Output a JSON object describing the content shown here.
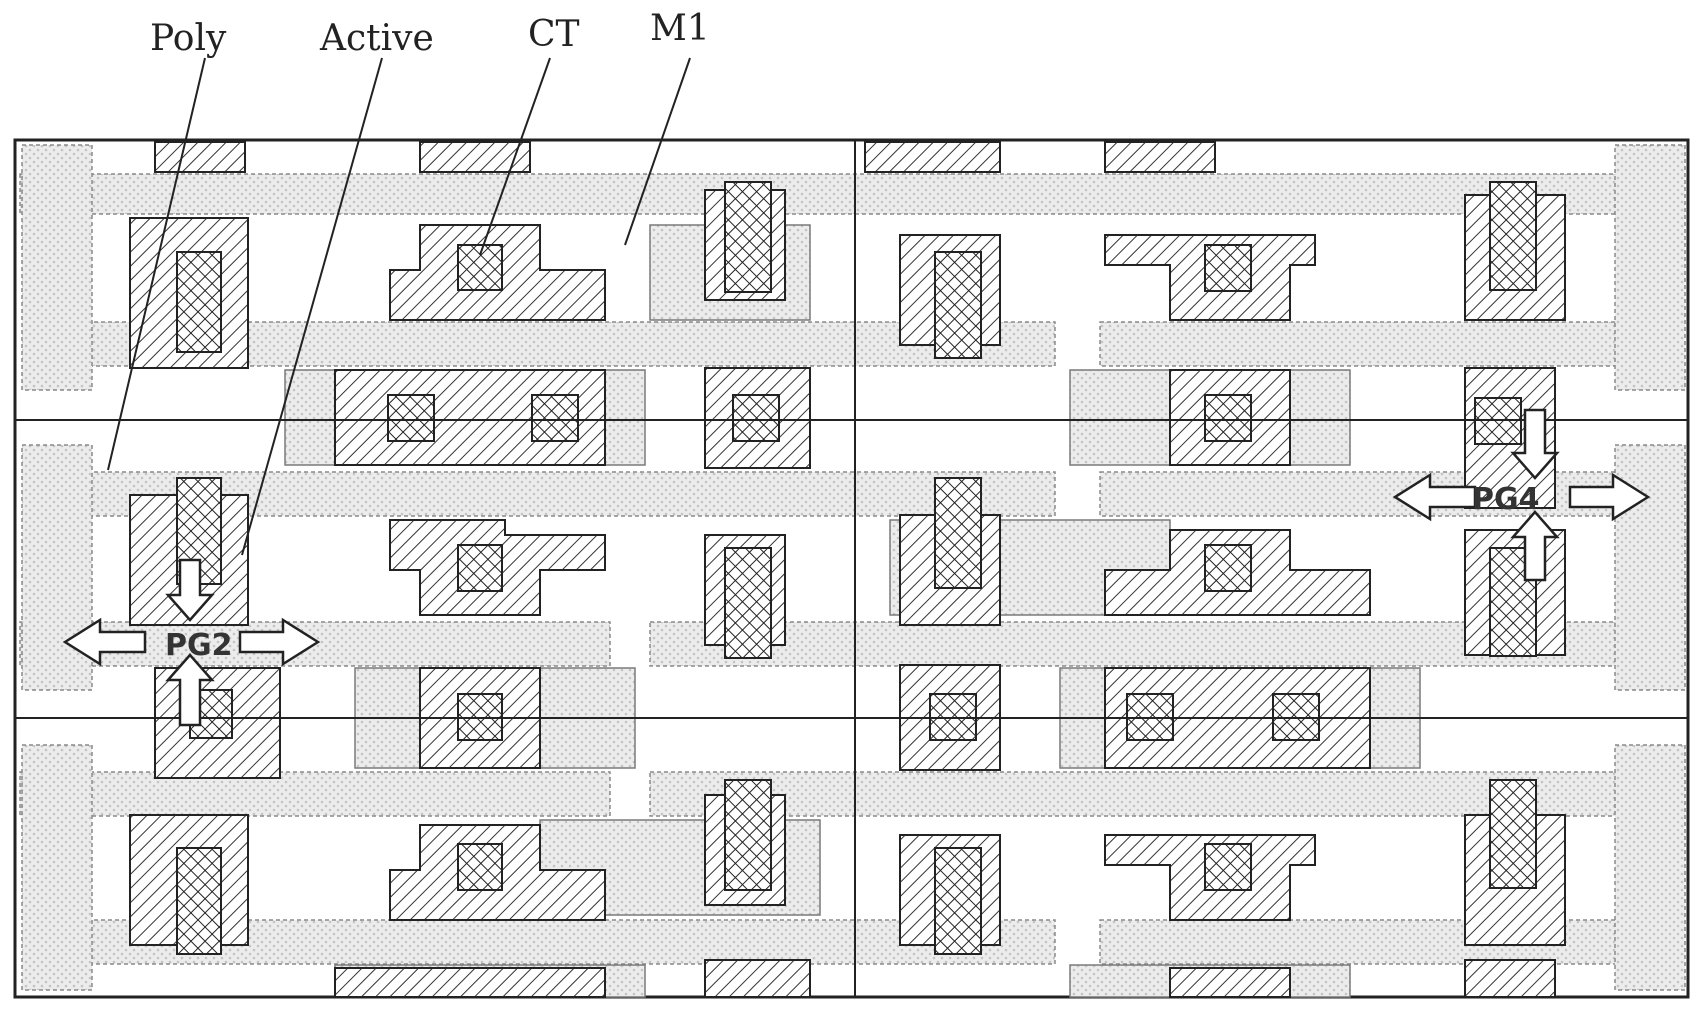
{
  "labels": {
    "poly": "Poly",
    "active": "Active",
    "ct": "CT",
    "m1": "M1"
  },
  "markers": {
    "pg2": "PG2",
    "pg4": "PG4"
  },
  "colors": {
    "outline": "#222222",
    "dot_fill": "#e9e9e9",
    "dot": "#bdbdbd",
    "hatch": "#333333",
    "background": "#ffffff"
  }
}
